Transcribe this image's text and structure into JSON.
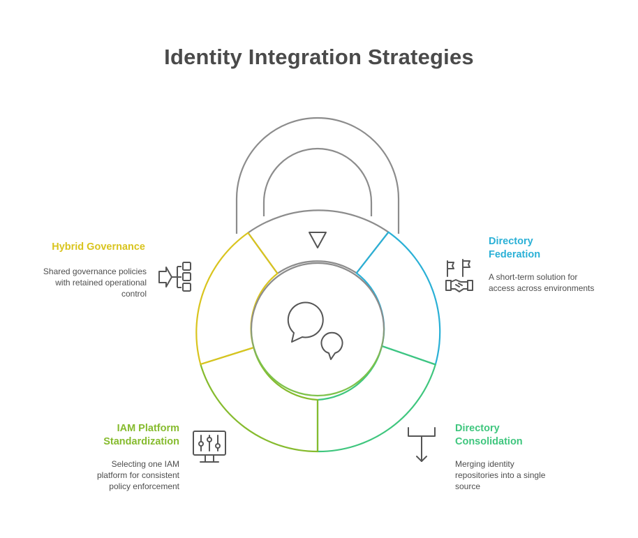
{
  "title": "Identity Integration Strategies",
  "colors": {
    "hybrid": "#d9c41e",
    "federation": "#2ab0d6",
    "consolidation": "#3fc67e",
    "iam": "#86bb2e",
    "lock": "#8c8c8c",
    "icon": "#555555"
  },
  "strategies": [
    {
      "heading": "Hybrid Governance",
      "description": "Shared governance policies with retained operational control",
      "icon": "hierarchy-icon"
    },
    {
      "heading": "Directory Federation",
      "description": "A short-term solution for access across environments",
      "icon": "handshake-icon"
    },
    {
      "heading": "Directory Consolidation",
      "description": "Merging identity repositories into a single source",
      "icon": "merge-arrow-icon"
    },
    {
      "heading": "IAM Platform Standardization",
      "description": "Selecting one IAM platform for consistent policy enforcement",
      "icon": "control-panel-icon"
    }
  ],
  "center_icon": "chat-bubbles-icon",
  "top_icon": "triangle-down-icon"
}
